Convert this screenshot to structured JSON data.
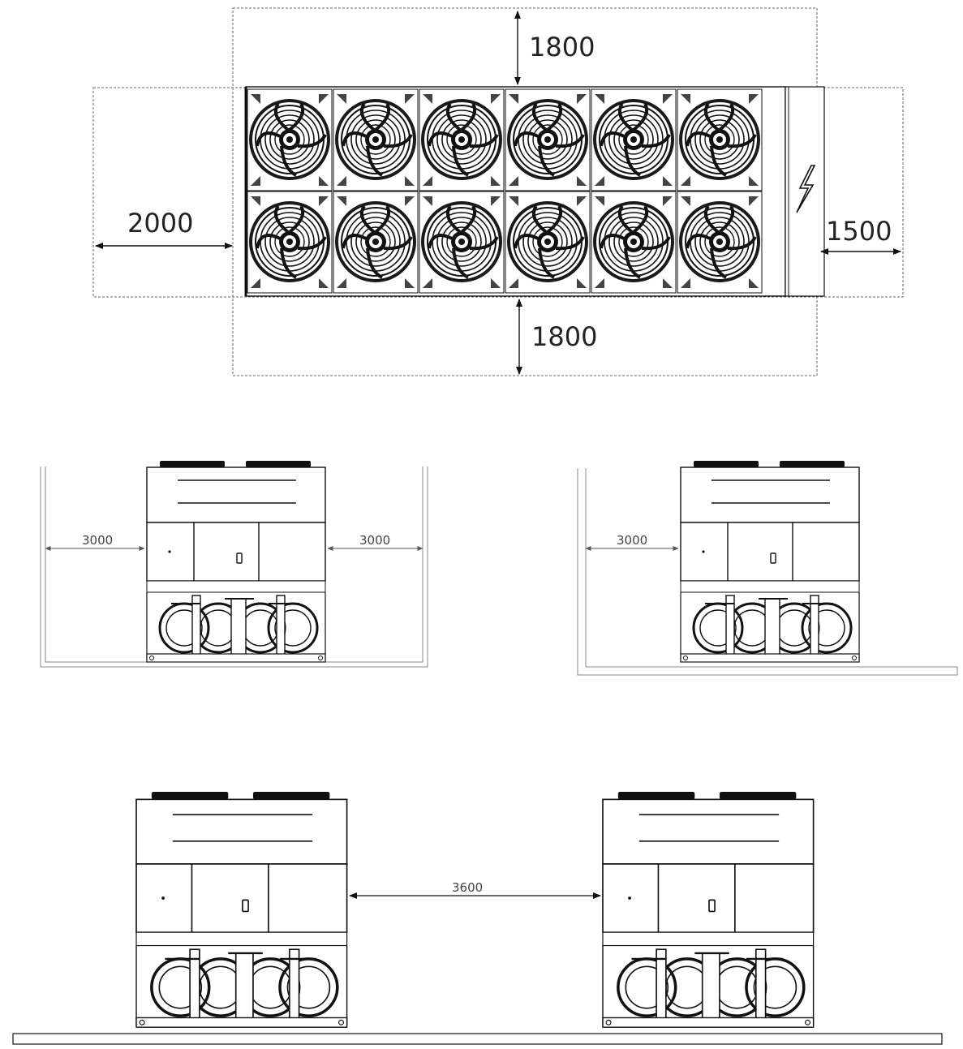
{
  "plan_view": {
    "fan_rows": 2,
    "fans_per_row": 6,
    "clearances": {
      "top": "1800",
      "bottom": "1800",
      "left": "2000",
      "right": "1500"
    },
    "electrical_icon": "lightning-bolt-icon"
  },
  "elevation_between_walls": {
    "left": "3000",
    "right": "3000"
  },
  "elevation_one_wall": {
    "left": "3000"
  },
  "elevation_two_units": {
    "between": "3600"
  }
}
